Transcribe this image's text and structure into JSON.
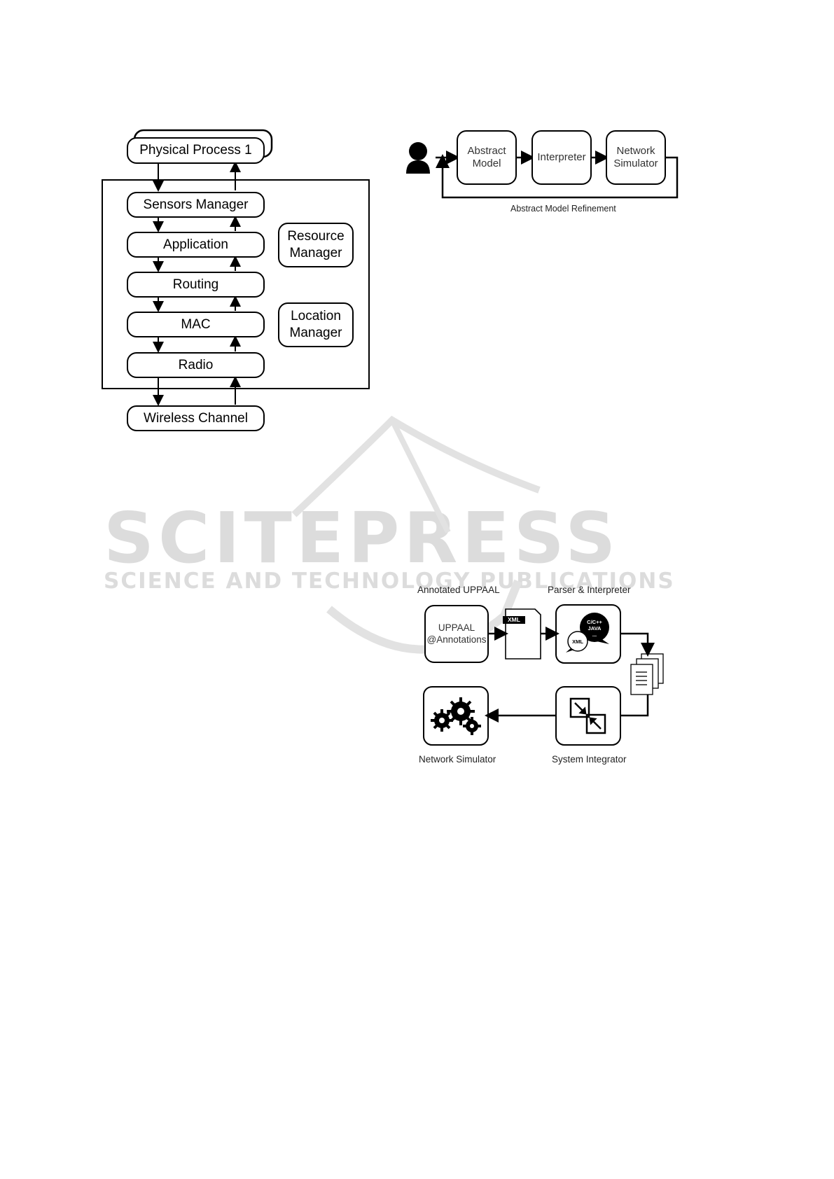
{
  "fig_left": {
    "physical_process": "Physical Process 1",
    "layers": [
      "Sensors Manager",
      "Application",
      "Routing",
      "MAC",
      "Radio"
    ],
    "side_modules": [
      "Resource\nManager",
      "Location\nManager"
    ],
    "wireless_channel": "Wireless Channel"
  },
  "fig_right_top": {
    "steps": [
      "Abstract\nModel",
      "Interpreter",
      "Network\nSimulator"
    ],
    "caption": "Abstract Model Refinement",
    "icons": [
      "user-icon"
    ]
  },
  "fig_right_bottom": {
    "annotated_label": "Annotated UPPAAL",
    "annotated_box": "UPPAAL\n@Annotations",
    "xml_tag": "XML",
    "parser_label": "Parser & Interpreter",
    "lang_bubble": "C/C++\nJAVA\n...",
    "xml_bubble": "XML",
    "simulator_label": "Network Simulator",
    "integrator_label": "System Integrator",
    "icons": [
      "xml-document-icon",
      "speech-bubbles-icon",
      "documents-stack-icon",
      "gears-icon",
      "integration-arrows-icon"
    ]
  },
  "watermark": {
    "title": "SCITEPRESS",
    "subtitle": "SCIENCE AND TECHNOLOGY PUBLICATIONS"
  }
}
